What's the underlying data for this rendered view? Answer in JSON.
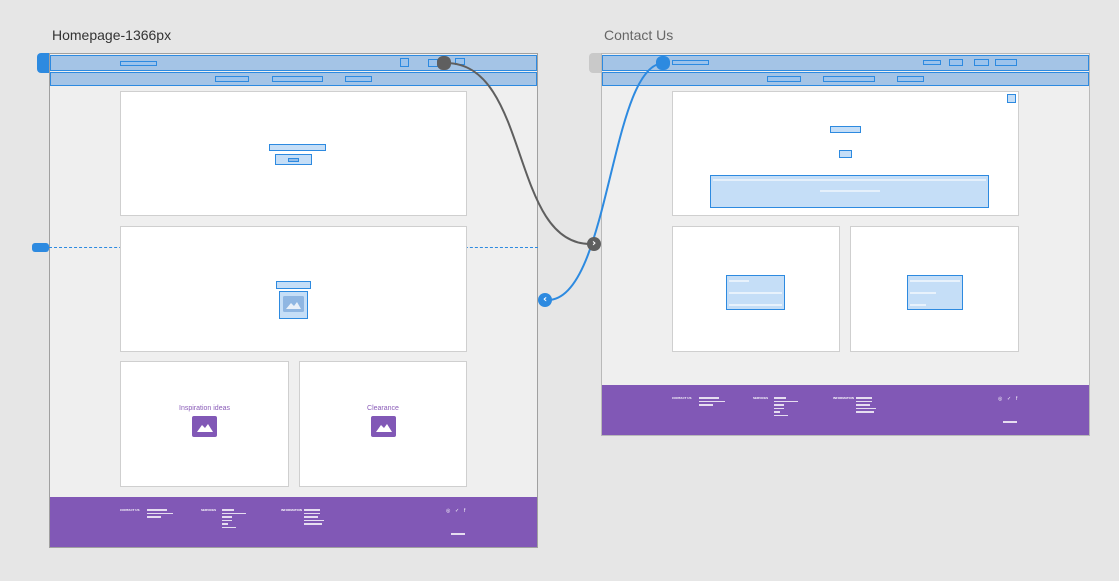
{
  "artboards": {
    "homepage": {
      "title": "Homepage-1366px",
      "cards": {
        "inspiration_label": "Inspiration ideas",
        "clearance_label": "Clearance"
      },
      "footer": {
        "contact_heading": "CONTACT US",
        "services_heading": "SERVICES",
        "information_heading": "INFORMATION",
        "social": [
          "◎",
          "✓",
          "f"
        ]
      }
    },
    "contact": {
      "title": "Contact Us",
      "footer": {
        "contact_heading": "CONTACT US",
        "services_heading": "SERVICES",
        "information_heading": "INFORMATION",
        "social": [
          "◎",
          "✓",
          "f"
        ]
      }
    }
  },
  "colors": {
    "hotspot": "#2d8ae0",
    "footer": "#8158b6",
    "wire_back": "#5f5f5f",
    "wire_forward": "#2d8ae0"
  },
  "icons": [
    "image-placeholder-icon",
    "chevron-right-icon",
    "chevron-left-icon"
  ]
}
